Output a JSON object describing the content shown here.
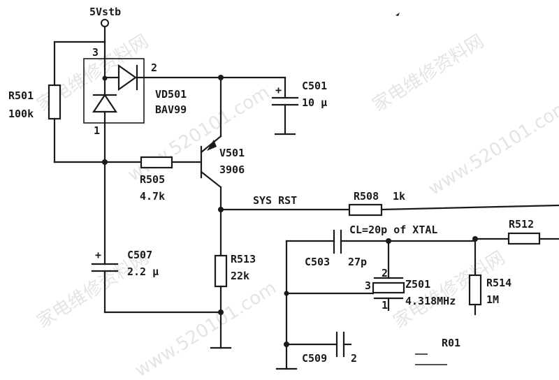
{
  "watermark_text": [
    "家电维修资料网",
    "www.520101.com"
  ],
  "rail": "5Vstb",
  "net_sys_rst": "SYS RST",
  "crystal_note": "CL=20p of XTAL",
  "pins": {
    "d_top": "3",
    "d_out": "2",
    "d_bot": "1",
    "x_left": "3",
    "x_top": "2",
    "x_bot": "1"
  },
  "components": {
    "r501": {
      "ref": "R501",
      "value": "100k"
    },
    "vd501": {
      "ref": "VD501",
      "value": "BAV99"
    },
    "c501": {
      "ref": "C501",
      "value": "10 µ",
      "polarity": "+"
    },
    "v501": {
      "ref": "V501",
      "value": "3906"
    },
    "r505": {
      "ref": "R505",
      "value": "4.7k"
    },
    "r508": {
      "ref": "R508",
      "value": "1k"
    },
    "c507": {
      "ref": "C507",
      "value": "2.2 µ",
      "polarity": "+"
    },
    "r513": {
      "ref": "R513",
      "value": "22k"
    },
    "c503": {
      "ref": "C503",
      "value": "27p"
    },
    "r512": {
      "ref": "R512"
    },
    "z501": {
      "ref": "Z501",
      "value": "4.318MHz"
    },
    "r514": {
      "ref": "R514",
      "value": "1M"
    },
    "c509": {
      "ref": "C509",
      "value": "2"
    },
    "r01": {
      "ref": "R01"
    }
  }
}
